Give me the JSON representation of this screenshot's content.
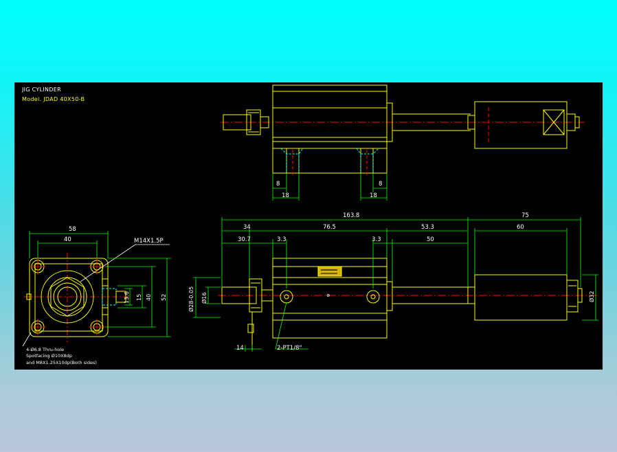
{
  "colors": {
    "background_top": "#00ffff",
    "background_bottom": "#b9c6db",
    "canvas": "#000000",
    "outline": "#ffff00",
    "dimension": "#00ff00",
    "centerline": "#ff0000",
    "hidden": "#00ffff",
    "text": "#ffffff"
  },
  "title": {
    "line1": "JIG CYLINDER",
    "line2": "Model. JDAD 40X50-B"
  },
  "top_view": {
    "dims": {
      "left_gap": "8",
      "right_gap": "8",
      "left_width": "18",
      "right_width": "18"
    }
  },
  "side_view": {
    "dims": {
      "overall": "163.8",
      "tail": "75",
      "rod_end": "34",
      "body": "76.5",
      "rod_ext": "53.3",
      "block": "60",
      "front": "30.7",
      "port_left": "3.3",
      "port_right": "3.3",
      "stroke": "50",
      "rod_dia": "Ø16",
      "bore": "Ø28-0.05",
      "tail_dia": "Ø32",
      "bottom": "14"
    },
    "labels": {
      "port": "2-PT1/8\""
    }
  },
  "end_view": {
    "dims": {
      "width_outer": "58",
      "width_inner": "40",
      "height_outer": "52",
      "height_inner": "40",
      "slot_a": "13.6",
      "slot_b": "15"
    },
    "labels": {
      "thread": "M14X1.5P",
      "hole_note1": "4-Ø6.8 Thru-hole",
      "hole_note2": "Spotfacing Ø10X8dp",
      "hole_note3": "and M8X1.25X10dp(Both sides)"
    }
  }
}
